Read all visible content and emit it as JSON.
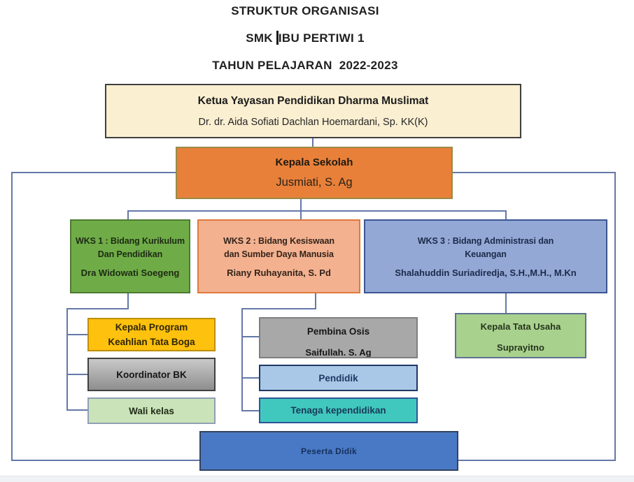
{
  "title": {
    "line1": "STRUKTUR ORGANISASI",
    "line2_before_cursor": "SMK",
    "line2_after_cursor": "IBU PERTIWI 1",
    "line3": "TAHUN PELAJARAN  2022-2023"
  },
  "org": {
    "foundation": {
      "title": "Ketua Yayasan Pendidikan Dharma Muslimat",
      "name": "Dr. dr. Aida Sofiati Dachlan Hoemardani, Sp. KK(K)"
    },
    "principal": {
      "title": "Kepala Sekolah",
      "name": "Jusmiati, S. Ag"
    },
    "wks": [
      {
        "title_line1": "WKS 1 : Bidang Kurikulum",
        "title_line2": "Dan Pendidikan",
        "name": "Dra Widowati Soegeng"
      },
      {
        "title_line1": "WKS 2 : Bidang Kesiswaan",
        "title_line2": "dan Sumber Daya Manusia",
        "name": "Riany Ruhayanita, S. Pd"
      },
      {
        "title_line1": "WKS 3 : Bidang Administrasi dan",
        "title_line2": "Keuangan",
        "name": "Shalahuddin Suriadiredja, S.H.,M.H., M.Kn"
      }
    ],
    "column1": [
      {
        "line1": "Kepala Program",
        "line2": "Keahlian Tata Boga"
      },
      {
        "line1": "Koordinator BK"
      },
      {
        "line1": "Wali kelas"
      }
    ],
    "column2": [
      {
        "line1": "Pembina Osis",
        "line2": "Saifullah. S. Ag"
      },
      {
        "line1": "Pendidik"
      },
      {
        "line1": "Tenaga kependidikan"
      }
    ],
    "column3": [
      {
        "line1": "Kepala Tata Usaha",
        "line2": "Suprayitno"
      }
    ],
    "students": {
      "title": "Peserta Didik"
    }
  },
  "colors": {
    "foundation_fill": "#FBEFD1",
    "principal_fill": "#E8803A",
    "wks1_fill": "#6FAC47",
    "wks2_fill": "#F3B190",
    "wks3_fill": "#93A8D5",
    "program_head_fill": "#FEC10D",
    "bk_coordinator_fill": "#A6A6A6",
    "homeroom_fill": "#CBE3B9",
    "osis_advisor_fill": "#A8A8A8",
    "educator_fill": "#A9C7E6",
    "edu_staff_fill": "#41C8BE",
    "admin_head_fill": "#A9D18E",
    "students_fill": "#4979C5",
    "connector": "#6478A8"
  }
}
